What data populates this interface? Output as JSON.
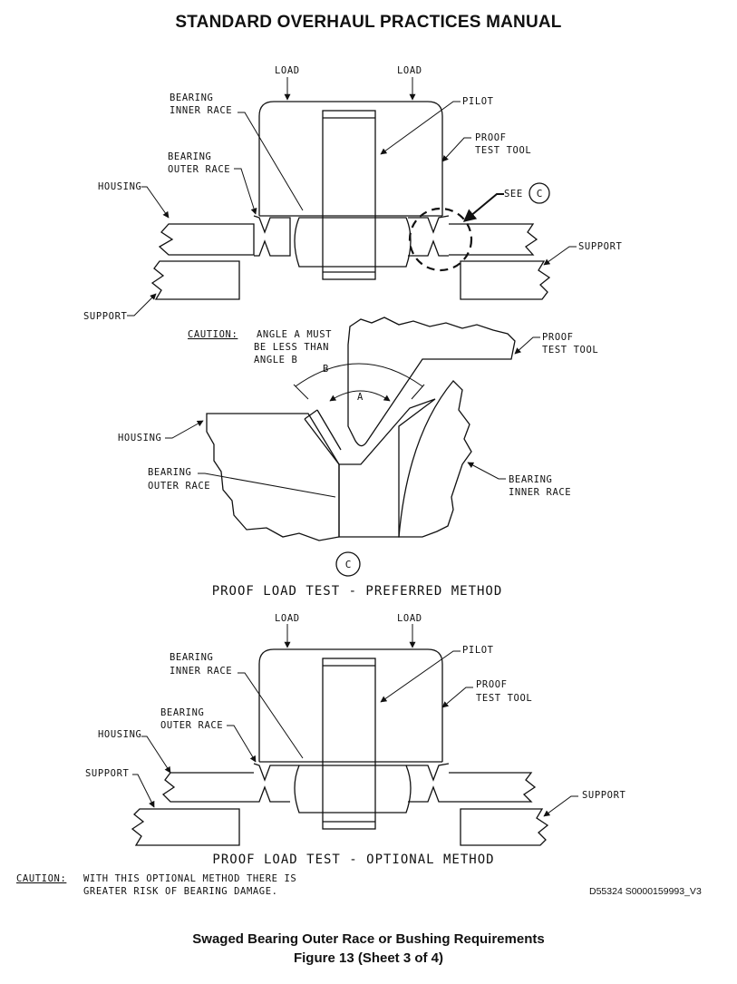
{
  "header": {
    "title": "STANDARD OVERHAUL PRACTICES MANUAL"
  },
  "top_view": {
    "load_left": "LOAD",
    "load_right": "LOAD",
    "pilot": "PILOT",
    "inner_race_1": "BEARING",
    "inner_race_2": "INNER RACE",
    "outer_race_1": "BEARING",
    "outer_race_2": "OUTER RACE",
    "proof_1": "PROOF",
    "proof_2": "TEST TOOL",
    "housing": "HOUSING",
    "see": "SEE",
    "see_ref": "C",
    "support_right": "SUPPORT",
    "support_left": "SUPPORT"
  },
  "detail_view": {
    "caution_label": "CAUTION:",
    "caution_1": "ANGLE A MUST",
    "caution_2": "BE LESS THAN",
    "caution_3": "ANGLE B",
    "angle_a": "A",
    "angle_b": "B",
    "proof_1": "PROOF",
    "proof_2": "TEST TOOL",
    "housing": "HOUSING",
    "outer_race_1": "BEARING",
    "outer_race_2": "OUTER RACE",
    "inner_race_1": "BEARING",
    "inner_race_2": "INNER RACE",
    "detail_ref": "C"
  },
  "preferred_title": "PROOF LOAD TEST - PREFERRED METHOD",
  "bottom_view": {
    "load_left": "LOAD",
    "load_right": "LOAD",
    "pilot": "PILOT",
    "inner_race_1": "BEARING",
    "inner_race_2": "INNER RACE",
    "outer_race_1": "BEARING",
    "outer_race_2": "OUTER RACE",
    "proof_1": "PROOF",
    "proof_2": "TEST TOOL",
    "housing": "HOUSING",
    "support_left": "SUPPORT",
    "support_right": "SUPPORT"
  },
  "optional_title": "PROOF LOAD TEST - OPTIONAL METHOD",
  "footer_caution": {
    "label": "CAUTION:",
    "line1": "WITH THIS OPTIONAL METHOD THERE IS",
    "line2": "GREATER RISK OF BEARING DAMAGE."
  },
  "doc_id": "D55324 S0000159993_V3",
  "caption": {
    "line1": "Swaged Bearing Outer Race or Bushing Requirements",
    "line2": "Figure 13  (Sheet 3 of 4)"
  }
}
